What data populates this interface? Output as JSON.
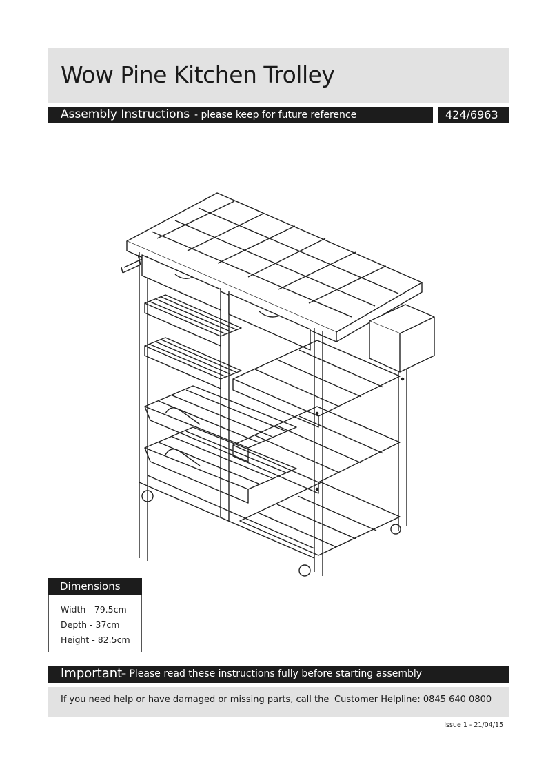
{
  "header": {
    "title": "Wow Pine Kitchen Trolley",
    "subtitle": "Assembly Instructions",
    "subtitle_note": "- please keep for future reference",
    "product_code": "424/6963"
  },
  "dimensions": {
    "heading": "Dimensions",
    "items": [
      "Width - 79.5cm",
      "Depth - 37cm",
      "Height - 82.5cm"
    ]
  },
  "important": {
    "label": "Important",
    "note": "– Please read these instructions fully before starting assembly"
  },
  "help": {
    "text": "If you need help or have damaged or missing parts, call the",
    "helpline": "Customer Helpline: 0845 640 0800"
  },
  "issue": "Issue 1 - 21/04/15",
  "colors": {
    "band_dark": "#1c1c1c",
    "band_light": "#e2e2e2"
  }
}
